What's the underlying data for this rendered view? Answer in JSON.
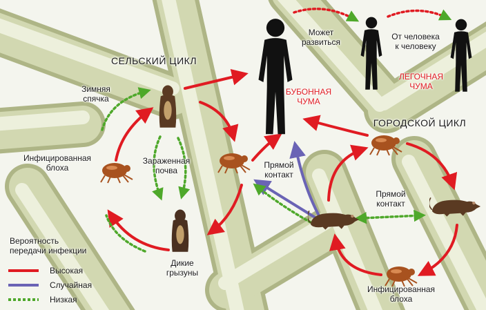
{
  "labels": {
    "rural_cycle": "СЕЛЬСКИЙ ЦИКЛ",
    "urban_cycle": "ГОРОДСКОЙ ЦИКЛ",
    "hibernation": "Зимняя\nспячка",
    "infected_flea_left": "Инфицированная\nблоха",
    "infected_soil": "Зараженная\nпочва",
    "wild_rodents": "Дикие\nгрызуны",
    "direct_contact_center": "Прямой\nконтакт",
    "direct_contact_right": "Прямой\nконтакт",
    "may_develop": "Может\nразвиться",
    "person_to_person": "От человека\nк человеку",
    "bubonic_plague": "БУБОННАЯ\nЧУМА",
    "pneumonic_plague": "ЛЕГОЧНАЯ\nЧУМА",
    "infected_flea_bottom": "Инфицированная\nблоха"
  },
  "legend": {
    "title": "Вероятность\nпередачи инфекции",
    "high": "Высокая",
    "random": "Случайная",
    "low": "Низкая"
  },
  "colors": {
    "high": "#e01b22",
    "random": "#6a63b5",
    "low": "#4ea82a",
    "bacteria": "#c9d0a3",
    "human": "#111111",
    "rodent": "#5a3a22",
    "flea": "#a8521f"
  },
  "icons": [
    "marmot-icon",
    "flea-icon",
    "human-icon",
    "rat-icon"
  ]
}
